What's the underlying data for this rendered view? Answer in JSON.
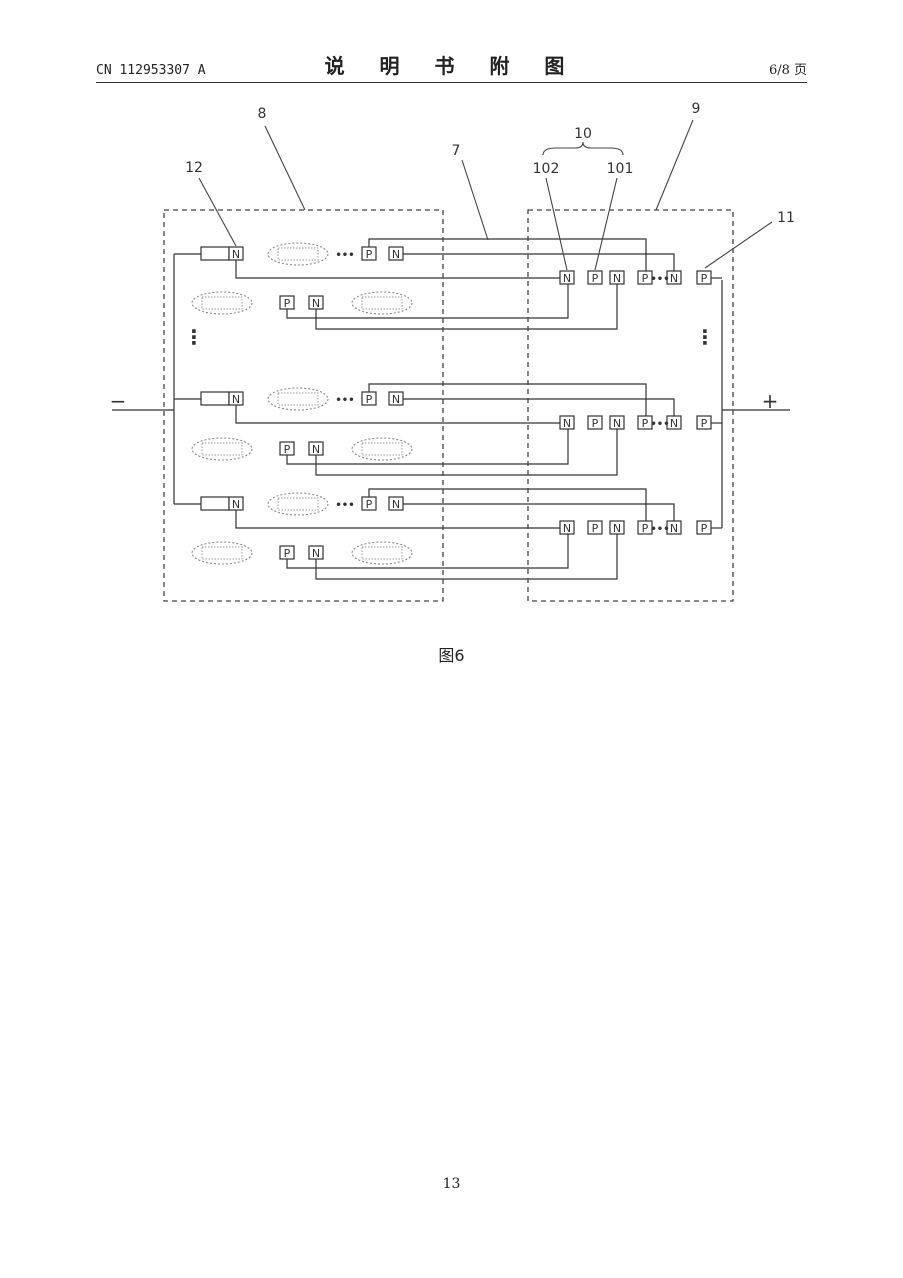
{
  "header": {
    "doc_number": "CN 112953307 A",
    "section_title": "说 明 书 附 图",
    "page_of": "6/8 页"
  },
  "figure": {
    "caption": "图6",
    "callouts": {
      "c7": "7",
      "c8": "8",
      "c9": "9",
      "c10": "10",
      "c101": "101",
      "c102": "102",
      "c11": "11",
      "c12": "12"
    },
    "terminals": {
      "negative": "−",
      "positive": "+"
    },
    "cell_labels": {
      "n": "N",
      "p": "P"
    },
    "ellipsis": "•••",
    "vdots": "⋮"
  },
  "page_number": "13"
}
